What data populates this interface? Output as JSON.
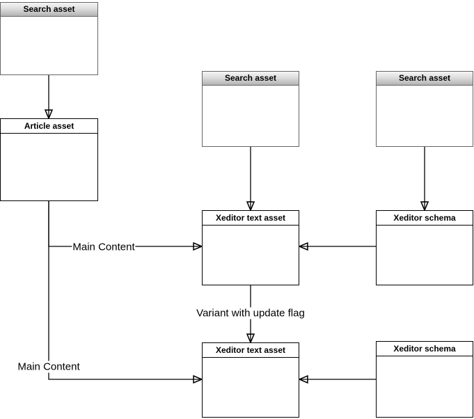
{
  "colors": {
    "background": "#ffffff",
    "node_border": "#000000",
    "search_border": "#666666",
    "search_header_top": "#f5f5f5",
    "search_header_bottom": "#b3b3b3",
    "edge": "#000000",
    "title_text": "#000000",
    "label_text": "#000000"
  },
  "diagram": {
    "nodes": [
      {
        "id": "search-asset-1",
        "title": "Search asset",
        "style": "gradient-header"
      },
      {
        "id": "article-asset",
        "title": "Article asset",
        "style": "plain-header"
      },
      {
        "id": "search-asset-2",
        "title": "Search asset",
        "style": "gradient-header"
      },
      {
        "id": "search-asset-3",
        "title": "Search asset",
        "style": "gradient-header"
      },
      {
        "id": "xeditor-text-asset-1",
        "title": "Xeditor text asset",
        "style": "plain-header"
      },
      {
        "id": "xeditor-schema-1",
        "title": "Xeditor schema",
        "style": "plain-header"
      },
      {
        "id": "xeditor-text-asset-2",
        "title": "Xeditor text asset",
        "style": "plain-header"
      },
      {
        "id": "xeditor-schema-2",
        "title": "Xeditor schema",
        "style": "plain-header"
      }
    ],
    "edges": [
      {
        "from": "search-asset-1",
        "to": "article-asset",
        "label": ""
      },
      {
        "from": "search-asset-2",
        "to": "xeditor-text-asset-1",
        "label": ""
      },
      {
        "from": "search-asset-3",
        "to": "xeditor-schema-1",
        "label": ""
      },
      {
        "from": "article-asset",
        "to": "xeditor-text-asset-1",
        "label": "Main Content"
      },
      {
        "from": "xeditor-schema-1",
        "to": "xeditor-text-asset-1",
        "label": ""
      },
      {
        "from": "xeditor-text-asset-1",
        "to": "xeditor-text-asset-2",
        "label": "Variant with update flag"
      },
      {
        "from": "article-asset",
        "to": "xeditor-text-asset-2",
        "label": "Main Content"
      },
      {
        "from": "xeditor-schema-2",
        "to": "xeditor-text-asset-2",
        "label": ""
      }
    ],
    "edge_labels": [
      {
        "id": "main-content-1",
        "text": "Main Content"
      },
      {
        "id": "variant-with-update-flag",
        "text": "Variant with update flag"
      },
      {
        "id": "main-content-2",
        "text": "Main Content"
      }
    ]
  }
}
